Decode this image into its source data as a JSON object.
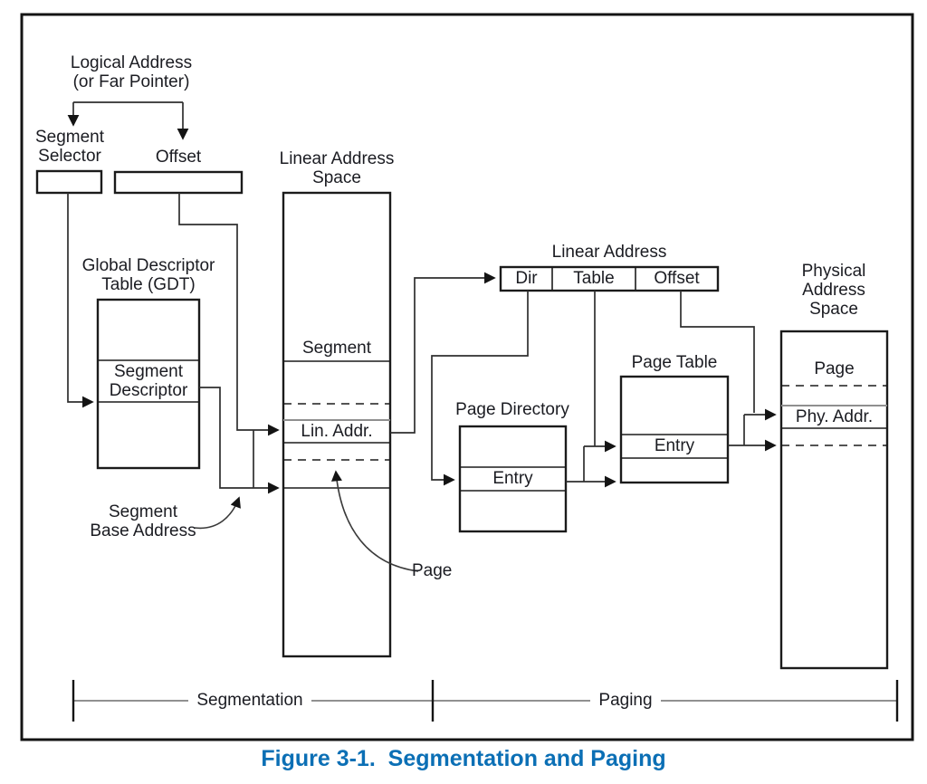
{
  "figure": {
    "caption": "Figure 3-1.  Segmentation and Paging",
    "caption_color": "#0b6fb5",
    "line_color": "#1f1f1f",
    "dashed_line_style": "dashed",
    "gray_line_color": "#8f8f8f"
  },
  "labels": {
    "logical_address": "Logical Address\n(or Far Pointer)",
    "segment_selector": "Segment\nSelector",
    "offset": "Offset",
    "gdt": "Global Descriptor\nTable (GDT)",
    "segment_descriptor": "Segment\nDescriptor",
    "linear_address_space": "Linear Address\nSpace",
    "segment": "Segment",
    "lin_addr": "Lin. Addr.",
    "segment_base_address": "Segment\nBase Address",
    "page_pointer": "Page",
    "linear_address": "Linear Address",
    "dir_field": "Dir",
    "table_field": "Table",
    "offset_field": "Offset",
    "page_directory": "Page Directory",
    "page_directory_entry": "Entry",
    "page_table": "Page Table",
    "page_table_entry": "Entry",
    "physical_address_space": "Physical\nAddress\nSpace",
    "page": "Page",
    "phy_addr": "Phy. Addr.",
    "segmentation": "Segmentation",
    "paging": "Paging"
  }
}
